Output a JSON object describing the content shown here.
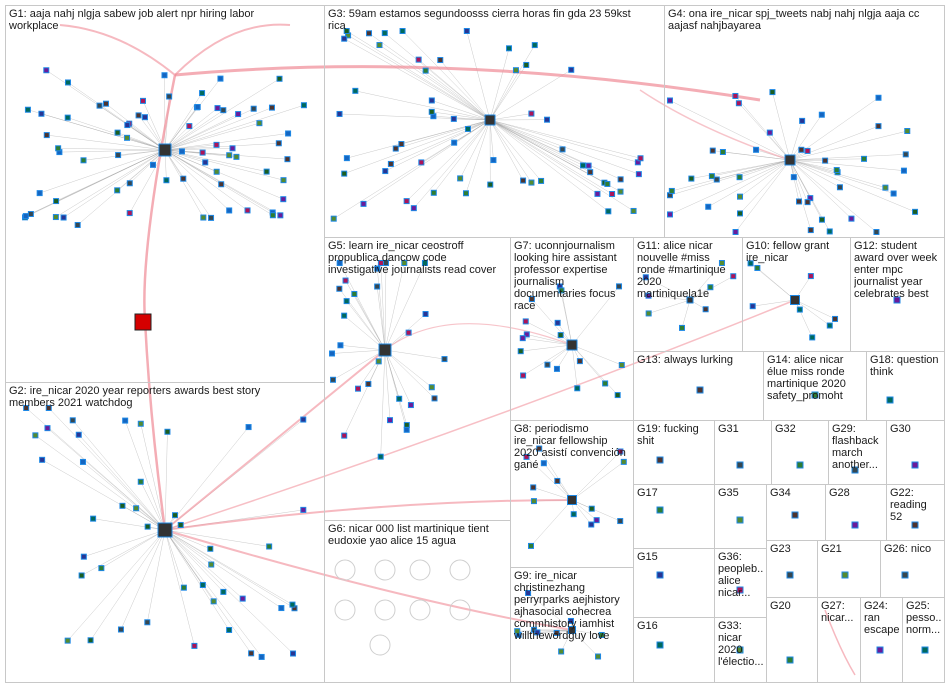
{
  "title": "",
  "accent_colors": {
    "edge_strong": "#f08a96",
    "edge_light": "#bdbdbd",
    "node_border": "#1e88e5"
  },
  "groups": [
    {
      "id": "G1",
      "label": "G1: aaja nahj nlgja sabew job alert npr hiring labor\nworkplace"
    },
    {
      "id": "G2",
      "label": "G2: ire_nicar 2020 year reporters awards best story\nmembers 2021 watchdog"
    },
    {
      "id": "G3",
      "label": "G3: 59am estamos segundoosss cierra horas fin gda 23 59kst\nrica"
    },
    {
      "id": "G4",
      "label": "G4: ona ire_nicar spj_tweets nabj nahj nlgja aaja cc\naajasf nahjbayarea"
    },
    {
      "id": "G5",
      "label": "G5: learn ire_nicar ceostroff\npropublica dancow code\ninvestigative journalists read cover"
    },
    {
      "id": "G6",
      "label": "G6: nicar 000 list martinique tient\neudoxie yao alice 15 agua"
    },
    {
      "id": "G7",
      "label": "G7: uconnjournalism\nlooking hire assistant\nprofessor expertise\njournalism\ndocumentaries focus\nrace"
    },
    {
      "id": "G8",
      "label": "G8: periodismo\nire_nicar fellowship\n2020 asistí convención\ngané"
    },
    {
      "id": "G9",
      "label": "G9: ire_nicar\nchristinezhang\nperryrparks aejhistory\najhasocial cohecrea\ncommhistory iamhist\nwillthewordguy love"
    },
    {
      "id": "G10",
      "label": "G10: fellow grant\nire_nicar"
    },
    {
      "id": "G11",
      "label": "G11: alice nicar\nnouvelle #miss\nronde #martinique\n2020\nmartiniquela1e"
    },
    {
      "id": "G12",
      "label": "G12: student\naward over week\nenter mpc\njournalist year\ncelebrates best"
    },
    {
      "id": "G13",
      "label": "G13: always lurking"
    },
    {
      "id": "G14",
      "label": "G14: alice nicar\nélue miss ronde\nmartinique 2020\nsafety_promoht"
    },
    {
      "id": "G15",
      "label": "G15"
    },
    {
      "id": "G16",
      "label": "G16"
    },
    {
      "id": "G17",
      "label": "G17"
    },
    {
      "id": "G18",
      "label": "G18: question\nthink"
    },
    {
      "id": "G19",
      "label": "G19: fucking\nshit"
    },
    {
      "id": "G20",
      "label": "G20"
    },
    {
      "id": "G21",
      "label": "G21"
    },
    {
      "id": "G22",
      "label": "G22:\nreading 52"
    },
    {
      "id": "G23",
      "label": "G23"
    },
    {
      "id": "G24",
      "label": "G24:\nran\nescape"
    },
    {
      "id": "G25",
      "label": "G25:\npesso...\nnorm..."
    },
    {
      "id": "G26",
      "label": "G26: nico"
    },
    {
      "id": "G27",
      "label": "G27:\nnicar..."
    },
    {
      "id": "G28",
      "label": "G28"
    },
    {
      "id": "G29",
      "label": "G29:\nflashback\nmarch\nanother..."
    },
    {
      "id": "G30",
      "label": "G30"
    },
    {
      "id": "G31",
      "label": "G31"
    },
    {
      "id": "G32",
      "label": "G32"
    },
    {
      "id": "G33",
      "label": "G33:\nnicar\n2020\nl'électio..."
    },
    {
      "id": "G34",
      "label": "G34"
    },
    {
      "id": "G35",
      "label": "G35"
    },
    {
      "id": "G36",
      "label": "G36:\npeopleb...\nalice\nnicar..."
    }
  ]
}
